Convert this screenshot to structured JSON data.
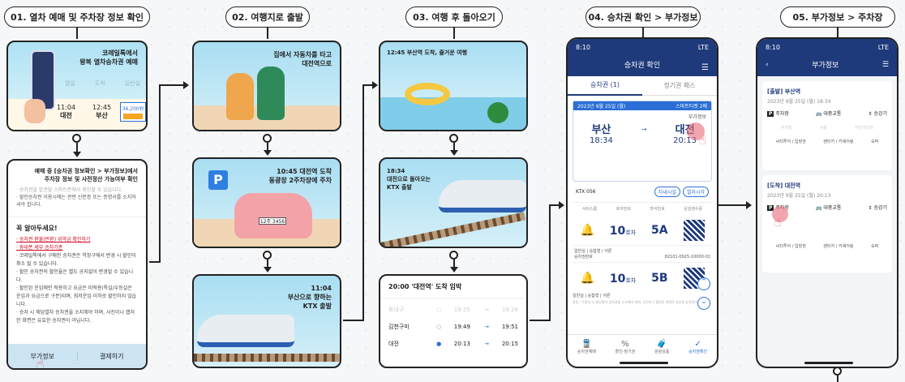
{
  "steps": [
    "01. 열차 예매 및 주차장 정보 확인",
    "02. 여행지로 출발",
    "03. 여행 후 돌아오기",
    "04. 승차권 확인 > 부가정보",
    "05. 부가정보 > 주차장"
  ],
  "col1": {
    "banner": [
      "코레일톡에서",
      "왕복 열차승차권 예매"
    ],
    "phone_mini": {
      "time1": "11:04",
      "city1": "대전",
      "time2": "12:45",
      "city2": "부산",
      "price": "36,200원",
      "faint": [
        "열일",
        "도착",
        "일반실"
      ]
    },
    "info_title": [
      "예매 중 [승차권 정보확인 > 부가정보]에서",
      "주차장 정보 및 사전정산 가능여부 확인"
    ],
    "info_lines": [
      "· 승차권을 발권할 스마트폰에서 확인할 수 있습니다.",
      "· 할인승차권 이용시에는 관련 신분증 또는 증명서를 소지하셔야 합니다."
    ],
    "notice_title": "꼭 알아두세요!",
    "notice_red": [
      "· 승차권 환불(반환) 위약금 확인하기",
      "· 휴대폰 세부 승차기준"
    ],
    "notice_lines": [
      "· 코레일톡에서 구매한 승차권은 역창구에서 변경 시 할인이 취소 될 수 있습니다.",
      "· 할인 승차권의 할인율은 별도 공지없이 변경될 수 있습니다.",
      "· 할인된 운임에만 적용하고 요금은 미적용(특실/우등실은 운임과 요금으로 구분)되며, 최저운임 이하로 할인하지 않습니다.",
      "· 승차 시 해당열차 승차권을 소지해야 하며, 사진이나 캡처한 화면은 유효한 승차권이 아닙니다."
    ],
    "btn_extra": "부가정보",
    "btn_pay": "결제하기"
  },
  "col2": {
    "c1": [
      "집에서 자동차를 타고",
      "대전역으로"
    ],
    "c2": [
      "10:45 대전역 도착",
      "동광장 2주차장에 주차"
    ],
    "c3": [
      "11:04",
      "부산으로 향하는",
      "KTX 출발"
    ],
    "plate": "12주 3456",
    "p": "P"
  },
  "col3": {
    "c1": "12:45 부산역 도착, 즐거운 여행",
    "c2": [
      "18:34",
      "대전으로 돌아오는",
      "KTX 출발"
    ],
    "sched_title": "20:00 '대전역' 도착 임박",
    "sched": [
      {
        "st": "동대구",
        "a": "19:25",
        "b": "19:28"
      },
      {
        "st": "김천구미",
        "a": "19:49",
        "b": "19:51"
      },
      {
        "st": "대전",
        "a": "20:13",
        "b": "20:15"
      }
    ]
  },
  "col4": {
    "time": "8:10",
    "signal": "LTE",
    "title": "승차권 확인",
    "tab1": "승차권 (1)",
    "tab2": "정기권 패스",
    "date": "2023년 9월 25일 (월)",
    "ticket_type": "스마트티켓 2매",
    "extra": "부가정보",
    "from": "부산",
    "from_time": "18:34",
    "to": "대전",
    "to_time": "20:13",
    "train": "KTX 056",
    "btn1": "차내시설",
    "btn2": "열차시각",
    "hdr": [
      "서비스룸",
      "호차번호",
      "좌석번호",
      "운임영수증"
    ],
    "car1": "10",
    "car_unit": "호차",
    "seat1": "5A",
    "car2": "10",
    "seat2": "5B",
    "fare": "일반실 | 승합형 | 어른",
    "num_label": "승차권번호",
    "num": "82101-0925-10000-01",
    "fare2": "일반실 | 승합형 | 어른",
    "warn": "알림 : 수정자 시 해당열차 승차권을 소지해야 하며, 사진이나 캡처한 화면은 유효한 승차권이 아닙니다.",
    "nav": [
      "승차권예매",
      "할인·정기권",
      "관광상품",
      "승차권확인"
    ]
  },
  "col5": {
    "time": "8:10",
    "signal": "LTE",
    "title": "부가정보",
    "dep_title": "[출발] 부산역",
    "dep_date": "2023년 9월 25일 (월) 18:34",
    "arr_title": "[도착] 대전역",
    "arr_date": "2023년 9월 25일 (월) 20:13",
    "btns": [
      "주차장",
      "대중교통",
      "승강기"
    ],
    "row_hdr": [
      "주차장",
      "셔틀",
      "자전거보관"
    ],
    "row_vals": [
      "씨티투어 / 입장권",
      "렌터카 / 카셰어링",
      "숙박"
    ]
  }
}
